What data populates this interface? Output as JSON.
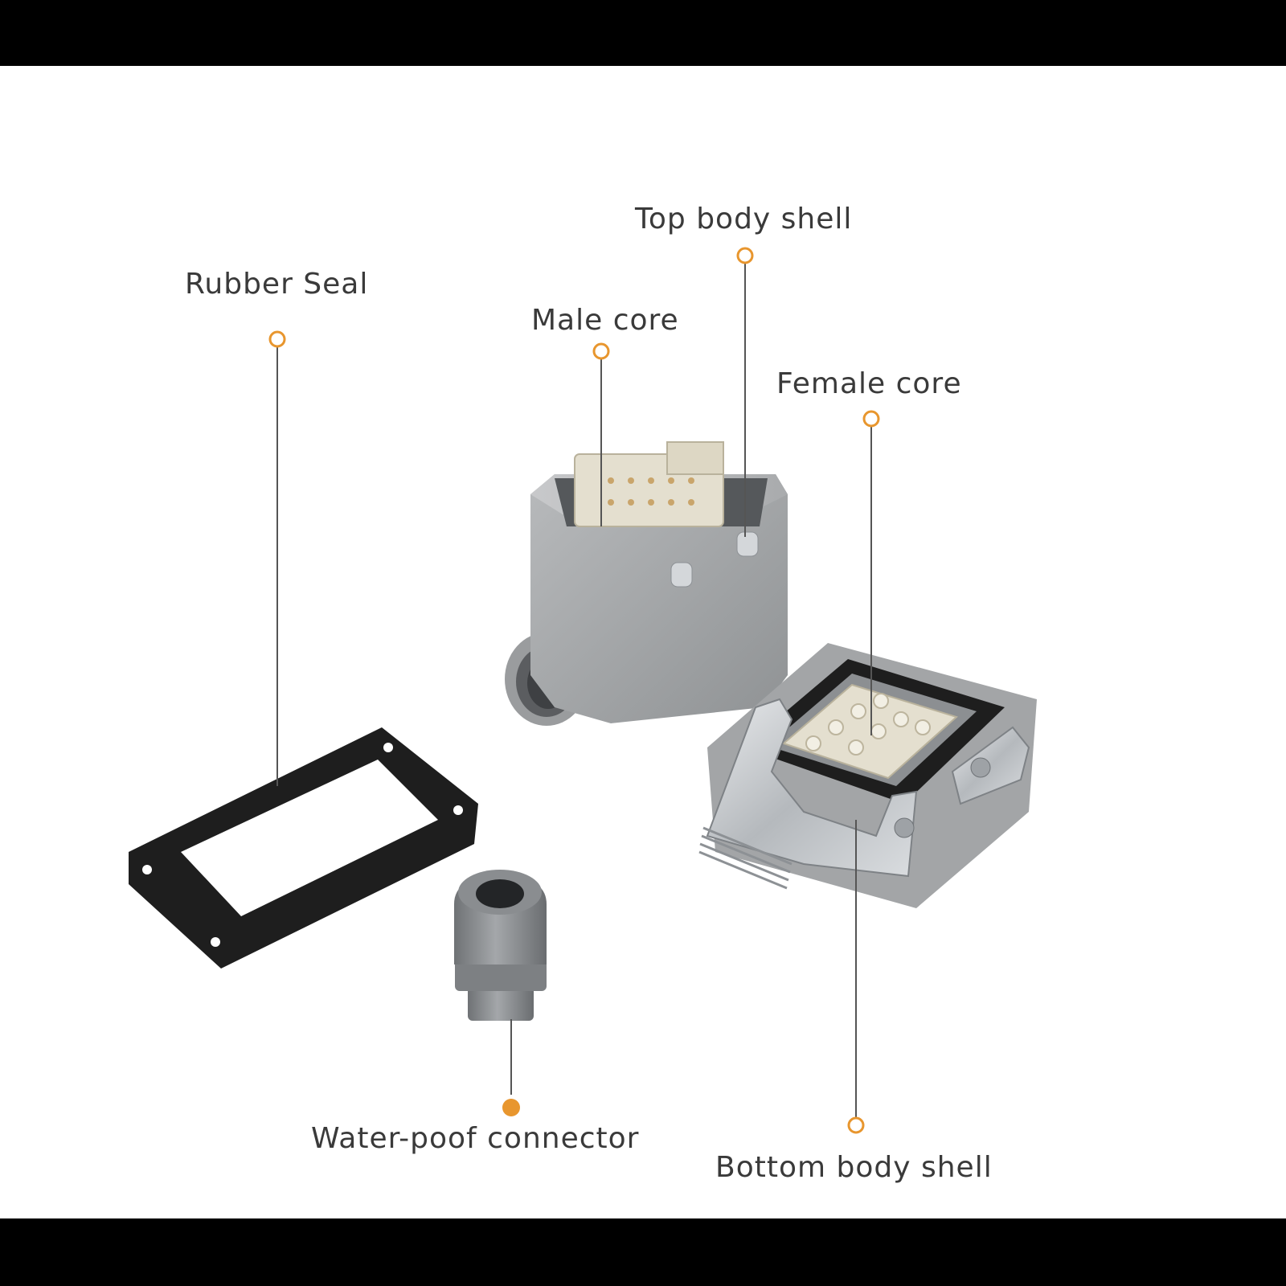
{
  "callouts": {
    "top_body_shell": "Top body shell",
    "rubber_seal": "Rubber Seal",
    "male_core": "Male core",
    "female_core": "Female core",
    "waterproof_connector": "Water-poof connector",
    "bottom_body_shell": "Bottom body shell"
  },
  "colors": {
    "callout_marker": "#E8962E",
    "callout_line": "#555555",
    "housing_gray": "#A9ABAD",
    "steel": "#C9CCCF",
    "insert_beige": "#E4DFCF",
    "seal_black": "#1E1E1E",
    "band": "#000000"
  }
}
